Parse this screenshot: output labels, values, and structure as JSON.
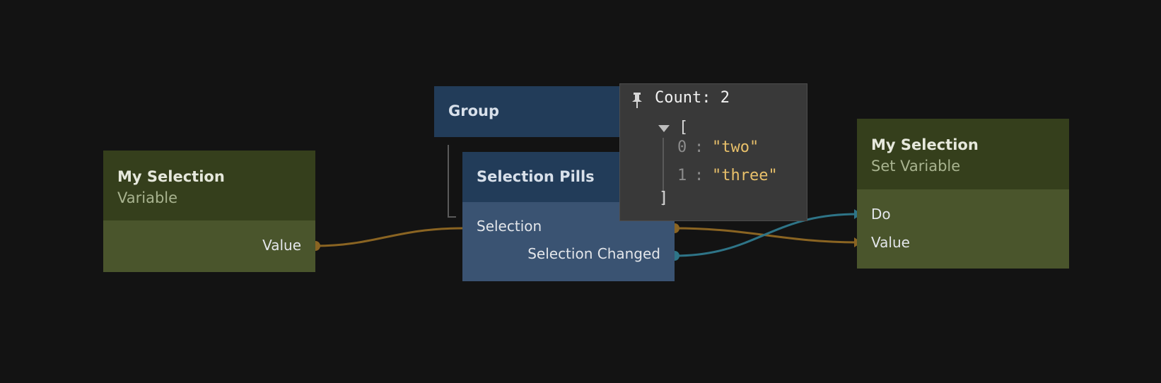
{
  "colors": {
    "background": "#131313",
    "variable_header": "#353f1c",
    "variable_body": "#4a552c",
    "component_header": "#223c59",
    "component_body": "#3a5372",
    "data_wire": "#8a6422",
    "signal_wire": "#2e7487",
    "string_value": "#e8c06a"
  },
  "nodes": {
    "variable": {
      "title": "My Selection",
      "subtitle": "Variable",
      "output_label": "Value"
    },
    "group": {
      "title": "Group"
    },
    "selection_pills": {
      "title": "Selection Pills",
      "input_label": "Selection",
      "output_label": "Selection Changed"
    },
    "set_variable": {
      "title": "My Selection",
      "subtitle": "Set Variable",
      "input_do": "Do",
      "input_value": "Value"
    }
  },
  "inspector": {
    "pin_icon": "pin-icon",
    "caret_icon": "caret-down-icon",
    "count_text": "Count: 2",
    "open_bracket": "[",
    "close_bracket": "]",
    "items": [
      {
        "index": "0",
        "separator": ":",
        "value": "\"two\""
      },
      {
        "index": "1",
        "separator": ":",
        "value": "\"three\""
      }
    ]
  }
}
